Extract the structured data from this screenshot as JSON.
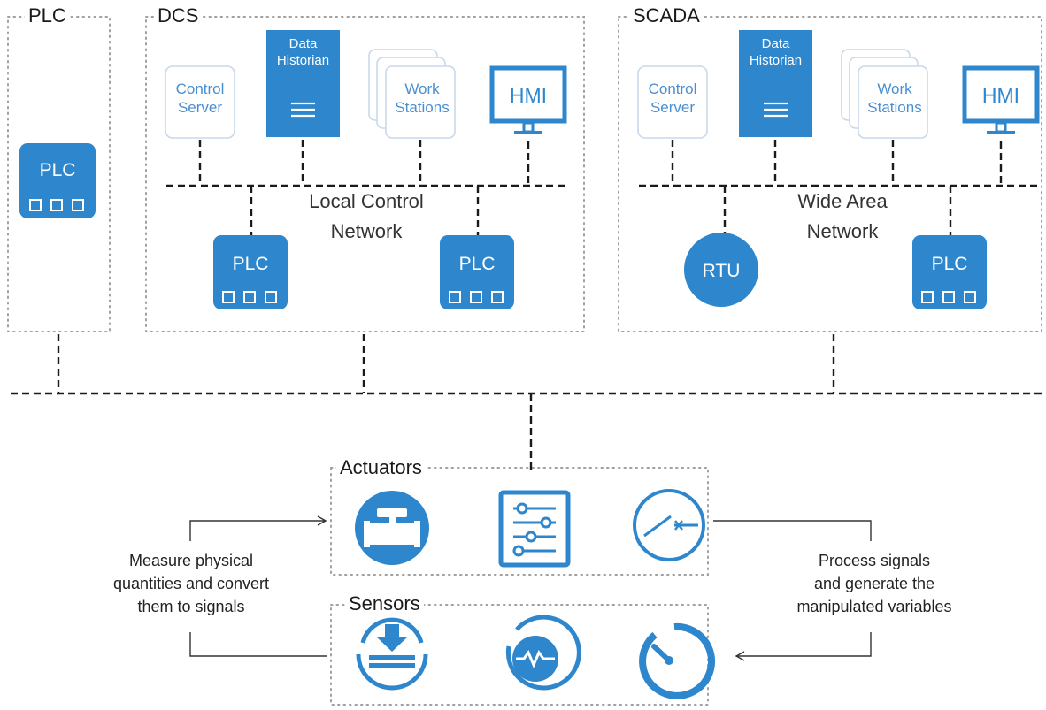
{
  "colors": {
    "blue": "#2e86cc",
    "light_blue": "#5aa0d8",
    "dashed": "#1a1a1a",
    "dotted": "#a0a0a0",
    "panel_border": "#c8d8ea"
  },
  "groups": {
    "plc": {
      "title": "PLC",
      "device": "PLC"
    },
    "dcs": {
      "title": "DCS",
      "control_server": [
        "Control",
        "Server"
      ],
      "data_historian": [
        "Data",
        "Historian"
      ],
      "work_stations": [
        "Work",
        "Stations"
      ],
      "hmi": "HMI",
      "network": [
        "Local Control",
        "Network"
      ],
      "field_devices": [
        "PLC",
        "PLC"
      ]
    },
    "scada": {
      "title": "SCADA",
      "control_server": [
        "Control",
        "Server"
      ],
      "data_historian": [
        "Data",
        "Historian"
      ],
      "work_stations": [
        "Work",
        "Stations"
      ],
      "hmi": "HMI",
      "network": [
        "Wide Area",
        "Network"
      ],
      "field_devices": [
        "RTU",
        "PLC"
      ]
    }
  },
  "actuators": {
    "title": "Actuators",
    "icons": [
      "valve-icon",
      "control-sliders-icon",
      "switch-icon"
    ]
  },
  "sensors": {
    "title": "Sensors",
    "icons": [
      "level-sensor-icon",
      "pulse-sensor-icon",
      "gauge-sensor-icon"
    ]
  },
  "left_note": [
    "Measure physical",
    "quantities and convert",
    "them to signals"
  ],
  "right_note": [
    "Process signals",
    "and generate the",
    "manipulated variables"
  ]
}
